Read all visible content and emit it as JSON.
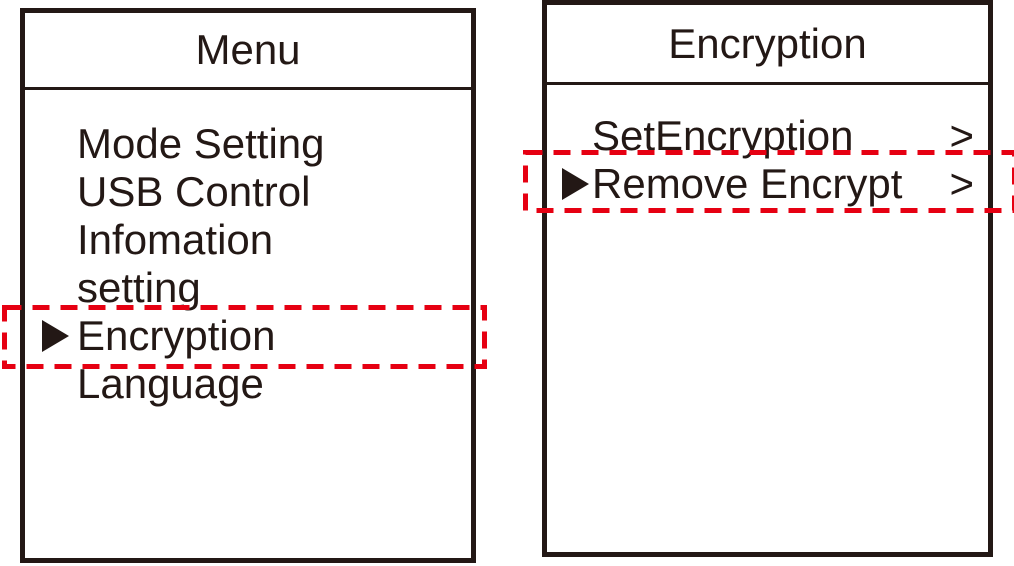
{
  "colors": {
    "ink": "#231815",
    "highlight_red": "#e60012",
    "background": "#ffffff"
  },
  "left_screen": {
    "title": "Menu",
    "items": [
      {
        "label": "Mode Setting",
        "selected": false
      },
      {
        "label": "USB Control",
        "selected": false
      },
      {
        "label": "Infomation",
        "selected": false
      },
      {
        "label": "setting",
        "selected": false
      },
      {
        "label": "Encryption",
        "selected": true
      },
      {
        "label": "Language",
        "selected": false
      }
    ]
  },
  "right_screen": {
    "title": "Encryption",
    "items": [
      {
        "label": "SetEncryption",
        "arrow": ">",
        "selected": false
      },
      {
        "label": "Remove Encrypt",
        "arrow": ">",
        "selected": true
      }
    ]
  },
  "icons": {
    "selection_marker": "right-pointing-triangle",
    "submenu_arrow": "greater-than-chevron"
  },
  "annotations": {
    "highlighted_left_item": "Encryption",
    "highlighted_right_item": "Remove Encrypt"
  }
}
